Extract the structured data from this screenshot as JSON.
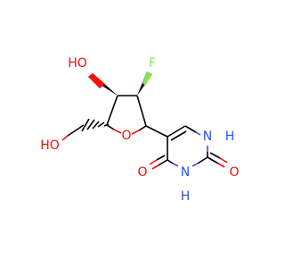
{
  "colors": {
    "background": "#ffffff",
    "carbon": "#000000",
    "oxygen": "#ff0d0d",
    "nitrogen": "#3050f8",
    "fluorine": "#90e050"
  },
  "atoms": {
    "ho_top": "HO",
    "fluorine": "F",
    "ring_oxygen": "O",
    "ho_side": "HO",
    "nh_top": "H",
    "n_top": "N",
    "o_right": "O",
    "o_left": "O",
    "n_bottom": "N",
    "nh_bottom": "H"
  }
}
